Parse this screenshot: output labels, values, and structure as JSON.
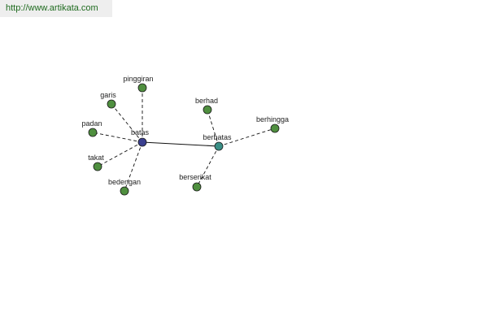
{
  "site": {
    "url_label": "http://www.artikata.com"
  },
  "graph": {
    "colors": {
      "root_node": "#3a3f8f",
      "related_hub": "#3a8f86",
      "leaf_node": "#4f8f3f",
      "edge": "#111111"
    },
    "nodes": [
      {
        "id": "batas",
        "label": "batas",
        "kind": "root"
      },
      {
        "id": "berbatas",
        "label": "berbatas",
        "kind": "hub"
      },
      {
        "id": "pinggiran",
        "label": "pinggiran",
        "kind": "leaf"
      },
      {
        "id": "garis",
        "label": "garis",
        "kind": "leaf"
      },
      {
        "id": "padan",
        "label": "padan",
        "kind": "leaf"
      },
      {
        "id": "takat",
        "label": "takat",
        "kind": "leaf"
      },
      {
        "id": "bedengan",
        "label": "bedengan",
        "kind": "leaf"
      },
      {
        "id": "berhad",
        "label": "berhad",
        "kind": "leaf"
      },
      {
        "id": "berhingga",
        "label": "berhingga",
        "kind": "leaf"
      },
      {
        "id": "berserikat",
        "label": "berserikat",
        "kind": "leaf"
      }
    ],
    "edges": [
      {
        "from": "batas",
        "to": "berbatas",
        "style": "solid"
      },
      {
        "from": "batas",
        "to": "pinggiran",
        "style": "dashed"
      },
      {
        "from": "batas",
        "to": "garis",
        "style": "dashed"
      },
      {
        "from": "batas",
        "to": "padan",
        "style": "dashed"
      },
      {
        "from": "batas",
        "to": "takat",
        "style": "dashed"
      },
      {
        "from": "batas",
        "to": "bedengan",
        "style": "dashed"
      },
      {
        "from": "berbatas",
        "to": "berhad",
        "style": "dashed"
      },
      {
        "from": "berbatas",
        "to": "berhingga",
        "style": "dashed"
      },
      {
        "from": "berbatas",
        "to": "berserikat",
        "style": "dashed"
      }
    ]
  }
}
